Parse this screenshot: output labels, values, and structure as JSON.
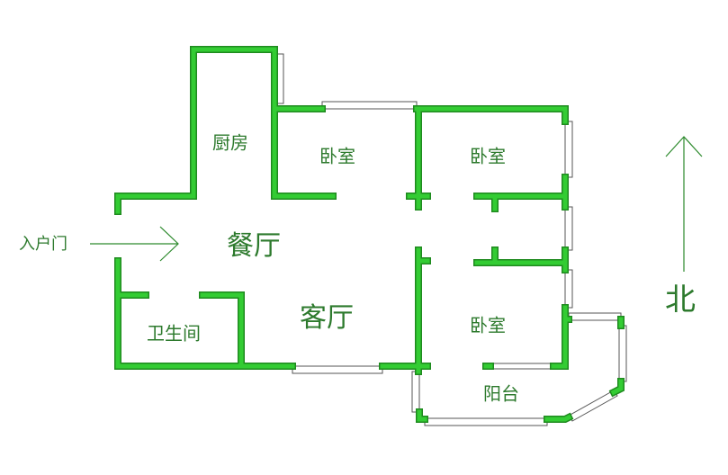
{
  "colors": {
    "wall": "#33cc33",
    "wall_edge": "#1f8a1f",
    "text": "#2d7a2d",
    "arrow": "#2d8a2d"
  },
  "rooms": {
    "kitchen": "厨房",
    "bedroom_1": "卧室",
    "bedroom_2": "卧室",
    "bedroom_3": "卧室",
    "dining": "餐厅",
    "living": "客厅",
    "bathroom": "卫生间",
    "balcony": "阳台"
  },
  "entrance_label": "入户门",
  "north_label": "北"
}
